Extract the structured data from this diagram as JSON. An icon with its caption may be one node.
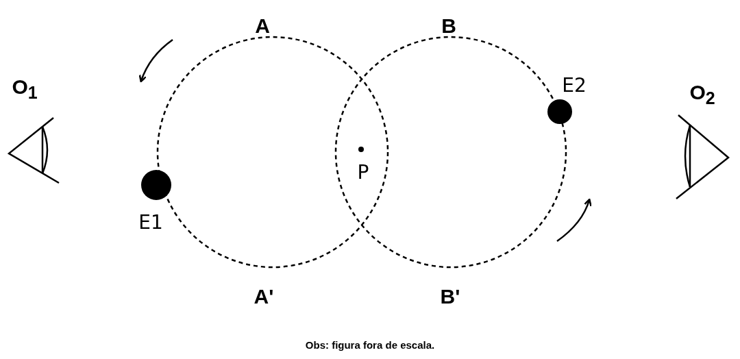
{
  "diagram": {
    "caption": "Obs: figura fora de escala.",
    "labels": [
      "A",
      "B",
      "O$_{1}$",
      "E2",
      "O$_{2}$",
      "P",
      "E1",
      "A'",
      "B'"
    ]
  }
}
